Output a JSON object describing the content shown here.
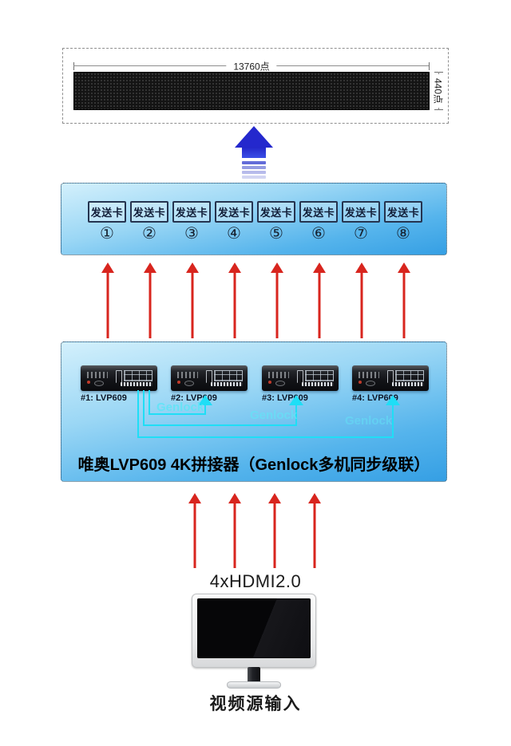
{
  "display": {
    "width_label": "13760点",
    "height_label": "440点"
  },
  "sender_box": {
    "cards": [
      {
        "label": "发送卡",
        "number": "①"
      },
      {
        "label": "发送卡",
        "number": "②"
      },
      {
        "label": "发送卡",
        "number": "③"
      },
      {
        "label": "发送卡",
        "number": "④"
      },
      {
        "label": "发送卡",
        "number": "⑤"
      },
      {
        "label": "发送卡",
        "number": "⑥"
      },
      {
        "label": "发送卡",
        "number": "⑦"
      },
      {
        "label": "发送卡",
        "number": "⑧"
      }
    ]
  },
  "processor_box": {
    "title": "唯奥LVP609 4K拼接器（Genlock多机同步级联）",
    "devices": [
      {
        "label": "#1: LVP609"
      },
      {
        "label": "#2: LVP609"
      },
      {
        "label": "#3: LVP609"
      },
      {
        "label": "#4: LVP609"
      }
    ],
    "genlock_links": [
      {
        "label": "Genlock"
      },
      {
        "label": "Genlock"
      },
      {
        "label": "Genlock"
      }
    ]
  },
  "source": {
    "hdmi_label": "4xHDMI2.0",
    "label": "视频源输入"
  },
  "colors": {
    "arrow_red": "#d8251e",
    "genlock_cyan": "#1fdef6",
    "big_arrow_blue": "#2428cd",
    "box_blue_top": "#d3f0fc",
    "box_blue_bottom": "#359fe4"
  }
}
